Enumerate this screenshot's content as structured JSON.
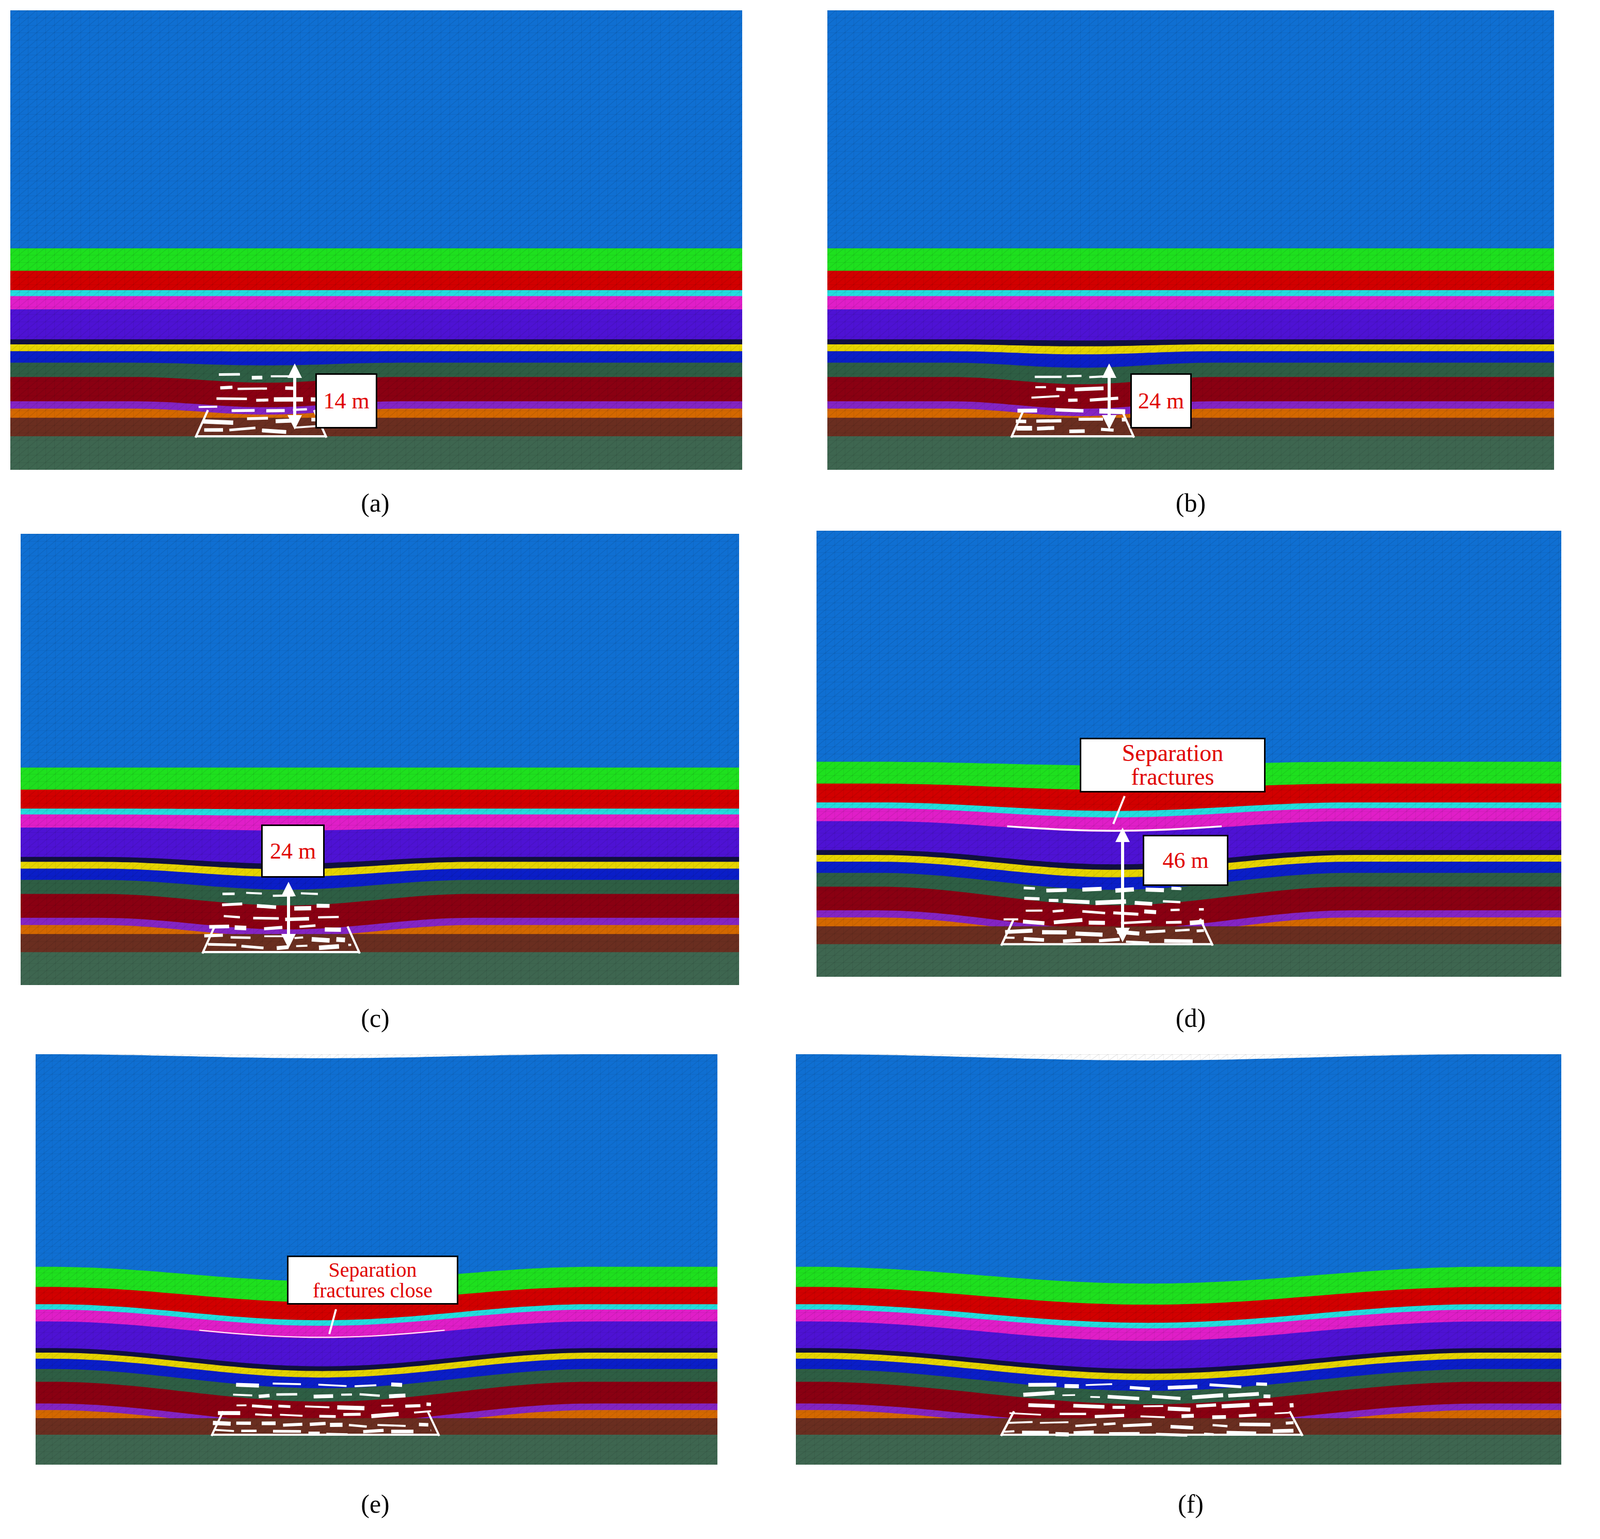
{
  "diagram": {
    "nodes": [
      {
        "text": [
          "14 m"
        ]
      },
      {
        "text": [
          "24 m"
        ]
      },
      {
        "text": [
          "24 m"
        ]
      },
      {
        "text": [
          "Separation fractures"
        ]
      },
      {
        "text": [
          "46 m"
        ]
      },
      {
        "text": [
          "Separation fractures close"
        ]
      }
    ],
    "labels": [
      "(a)",
      "(b)",
      "(c)",
      "(d)",
      "(e)",
      "(f)"
    ]
  }
}
